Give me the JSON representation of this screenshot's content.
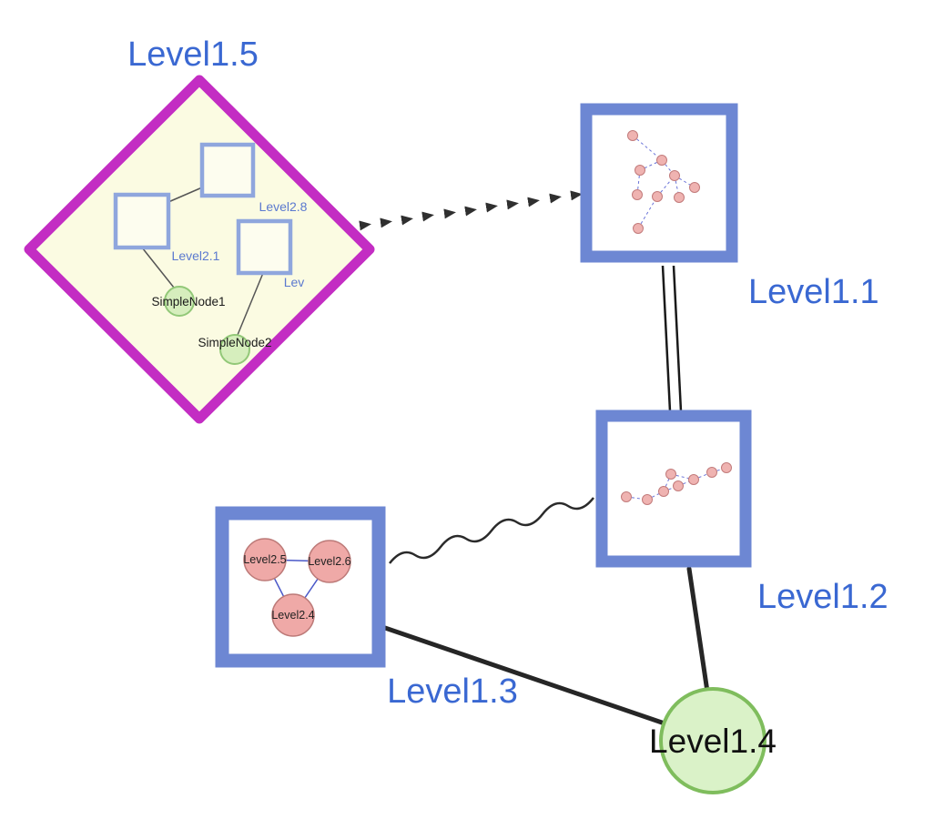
{
  "diagram": {
    "background": "#ffffff",
    "colors": {
      "label_blue": "#3a68d2",
      "node_border_blue": "#6d87d3",
      "inner_square_border": "#8fa6dd",
      "diamond_border": "#c32dc3",
      "diamond_fill": "#fbfbe2",
      "green_fill": "#d6eebd",
      "green_border": "#92c878",
      "pink_fill": "#efa9a7",
      "pink_border": "#bd7a78",
      "edge_dark": "#262626",
      "inner_edge_blue": "#4a58c8"
    },
    "level15": {
      "label": "Level1.5",
      "children": {
        "level28": {
          "label": "Level2.8"
        },
        "level21": {
          "label": "Level2.1"
        },
        "lev": {
          "label": "Lev"
        },
        "simplenode1": {
          "label": "SimpleNode1"
        },
        "simplenode2": {
          "label": "SimpleNode2"
        }
      }
    },
    "level11": {
      "label": "Level1.1"
    },
    "level12": {
      "label": "Level1.2"
    },
    "level13": {
      "label": "Level1.3",
      "children": {
        "level25": {
          "label": "Level2.5"
        },
        "level26": {
          "label": "Level2.6"
        },
        "level24": {
          "label": "Level2.4"
        }
      }
    },
    "level14": {
      "label": "Level1.4"
    },
    "edges": [
      {
        "from": "Level1.5",
        "to": "Level1.1",
        "style": "dashed-arrow"
      },
      {
        "from": "Level1.1",
        "to": "Level1.2",
        "style": "double-line"
      },
      {
        "from": "Level1.3",
        "to": "Level1.2",
        "style": "wavy"
      },
      {
        "from": "Level1.3",
        "to": "Level1.4",
        "style": "solid"
      },
      {
        "from": "Level1.2",
        "to": "Level1.4",
        "style": "solid"
      }
    ]
  }
}
